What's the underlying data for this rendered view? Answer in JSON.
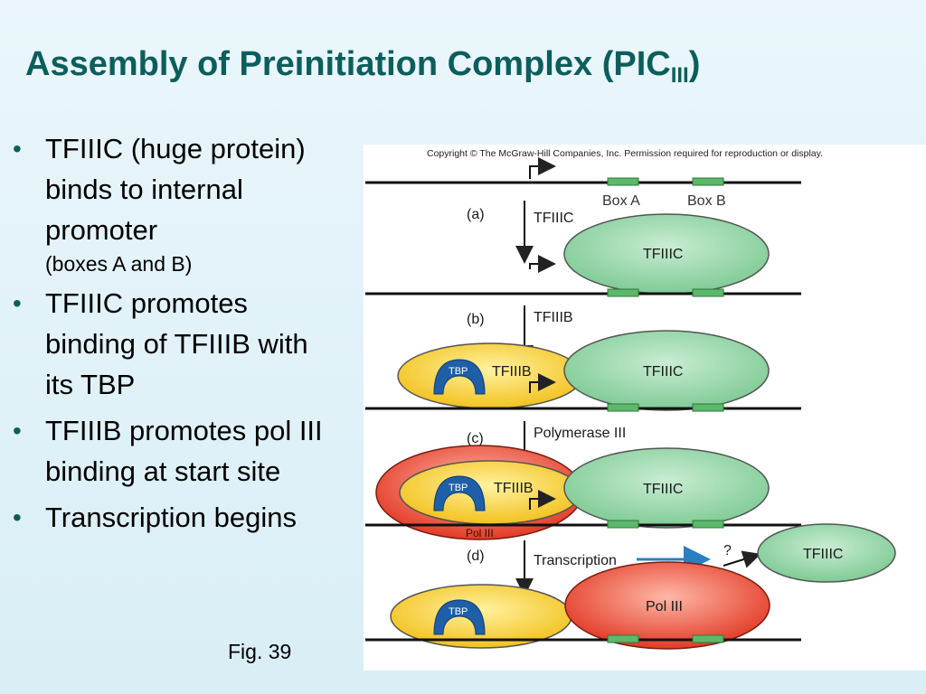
{
  "slide": {
    "title_main": "Assembly of Preinitiation Complex (PIC",
    "title_sub": "III",
    "title_end": ")",
    "bullets": [
      {
        "text": "TFIIIC (huge protein) binds to internal promoter",
        "sub": "(boxes A and B)"
      },
      {
        "text": "TFIIIC promotes binding of TFIIIB with its TBP"
      },
      {
        "text": "TFIIIB promotes pol III binding at start site"
      },
      {
        "text": "Transcription begins"
      }
    ],
    "figure_caption": "Fig. 39"
  },
  "diagram": {
    "copyright": "Copyright © The McGraw-Hill Companies, Inc. Permission required for reproduction or display.",
    "box_a": "Box A",
    "box_b": "Box B",
    "steps": [
      {
        "letter": "(a)",
        "factor": "TFIIIC"
      },
      {
        "letter": "(b)",
        "factor": "TFIIIB"
      },
      {
        "letter": "(c)",
        "factor": "Polymerase III"
      },
      {
        "letter": "(d)",
        "factor": "Transcription"
      }
    ],
    "tfiiic": "TFIIIC",
    "tfiiib": "TFIIIB",
    "tbp": "TBP",
    "pol_iii": "Pol III",
    "question": "?",
    "colors": {
      "tfiiic_green": "#8fd3a2",
      "tfiiib_yellow": "#f7d43a",
      "pol_red": "#e8432e",
      "tbp_blue": "#1f5fa8",
      "box_green": "#5cb86a",
      "arrow_blue": "#2a7fc1"
    }
  }
}
